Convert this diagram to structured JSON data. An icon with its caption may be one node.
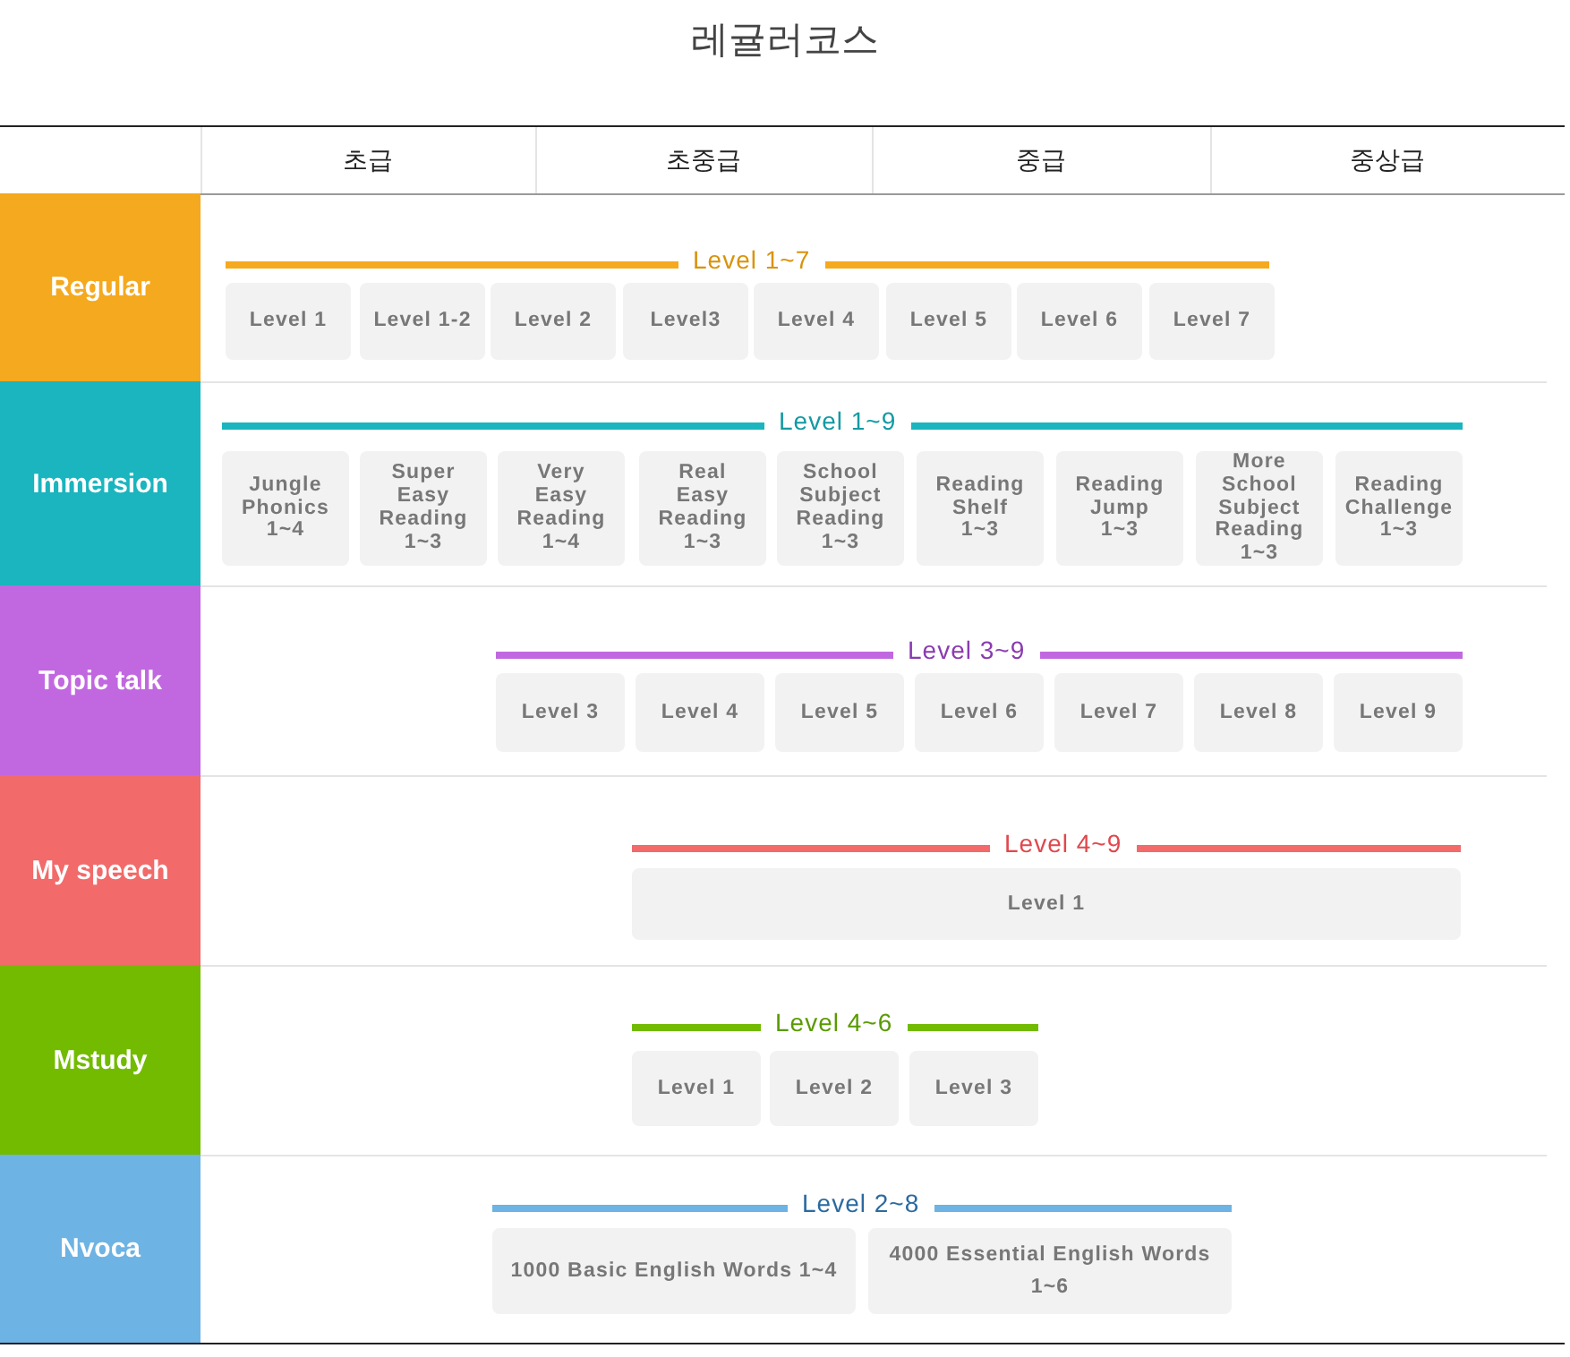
{
  "diagram": {
    "title": "레귤러코스",
    "nodes": [
      {
        "text": [
          "Regular"
        ]
      },
      {
        "text": [
          "Level 1"
        ]
      },
      {
        "text": [
          "Level 1-2"
        ]
      },
      {
        "text": [
          "Level 2"
        ]
      },
      {
        "text": [
          "Level3"
        ]
      },
      {
        "text": [
          "Level 4"
        ]
      },
      {
        "text": [
          "Level 5"
        ]
      },
      {
        "text": [
          "Level 6"
        ]
      },
      {
        "text": [
          "Level 7"
        ]
      },
      {
        "text": [
          "Immersion"
        ]
      },
      {
        "text": [
          "Jungle Phonics 1~4"
        ]
      },
      {
        "text": [
          "Super Easy Reading 1~3"
        ]
      },
      {
        "text": [
          "Very Easy Reading 1~4"
        ]
      },
      {
        "text": [
          "Real Easy Reading 1~3"
        ]
      },
      {
        "text": [
          "School Subject Reading 1~3"
        ]
      },
      {
        "text": [
          "Reading Shelf 1~3"
        ]
      },
      {
        "text": [
          "Reading Jump 1~3"
        ]
      },
      {
        "text": [
          "More School Subject Reading 1~3"
        ]
      },
      {
        "text": [
          "Reading Challenge 1~3"
        ]
      },
      {
        "text": [
          "Topic talk"
        ]
      },
      {
        "text": [
          "Level 3"
        ]
      },
      {
        "text": [
          "Level 4"
        ]
      },
      {
        "text": [
          "Level 5"
        ]
      },
      {
        "text": [
          "Level 6"
        ]
      },
      {
        "text": [
          "Level 7"
        ]
      },
      {
        "text": [
          "Level 8"
        ]
      },
      {
        "text": [
          "Level 9"
        ]
      },
      {
        "text": [
          "My speech"
        ]
      },
      {
        "text": [
          "Level 1"
        ]
      },
      {
        "text": [
          "Mstudy"
        ]
      },
      {
        "text": [
          "Level 1"
        ]
      },
      {
        "text": [
          "Level 2"
        ]
      },
      {
        "text": [
          "Level 3"
        ]
      },
      {
        "text": [
          "Nvoca"
        ]
      },
      {
        "text": [
          "1000 Basic English Words 1~4"
        ]
      },
      {
        "text": [
          "4000 Essential English Words 1~6"
        ]
      }
    ],
    "labels": [
      "초급",
      "초중급",
      "중급",
      "중상급",
      "Level 1~7",
      "Level 1~9",
      "Level 3~9",
      "Level 4~9",
      "Level 4~6",
      "Level 2~8"
    ]
  }
}
